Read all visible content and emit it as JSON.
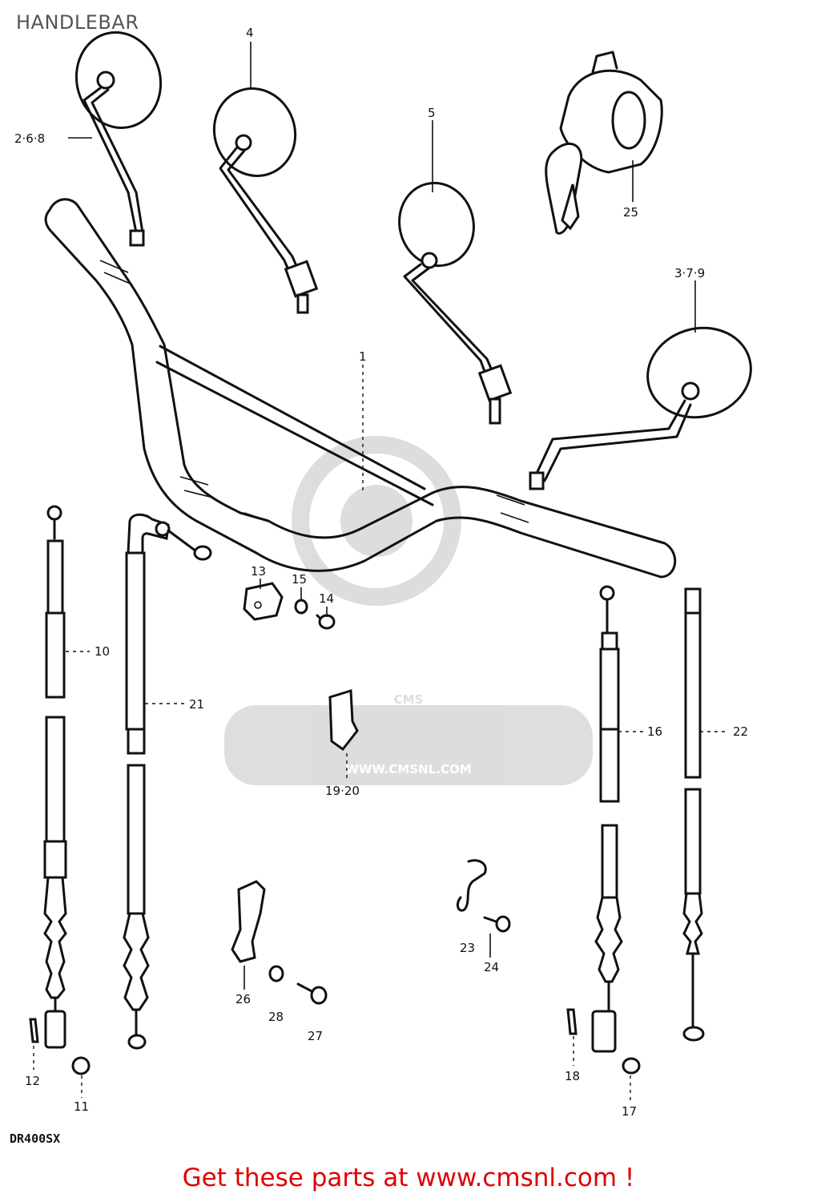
{
  "title": "HANDLEBAR",
  "model_code": "DR400SX",
  "watermark": {
    "brand": "CMS",
    "url": "WWW.CMSNL.COM"
  },
  "footer": {
    "text": "Get these parts at www.cmsnl.com !",
    "color": "#e00000"
  },
  "labels": {
    "mirror_left_outer": "2·6·8",
    "mirror_left_inner": "4",
    "mirror_right_inner": "5",
    "mirror_right_outer": "3·7·9",
    "switch": "25",
    "handlebar": "1",
    "cable_10": "10",
    "cable_21": "21",
    "cable_16": "16",
    "cable_22": "22",
    "clamp_13": "13",
    "washer_15": "15",
    "bolt_14": "14",
    "clip_19_20": "19·20",
    "clip_23": "23",
    "screw_24": "24",
    "lever_26": "26",
    "washer_28": "28",
    "bolt_27": "27",
    "pin_12": "12",
    "cap_11": "11",
    "pin_18": "18",
    "cap_17": "17"
  }
}
